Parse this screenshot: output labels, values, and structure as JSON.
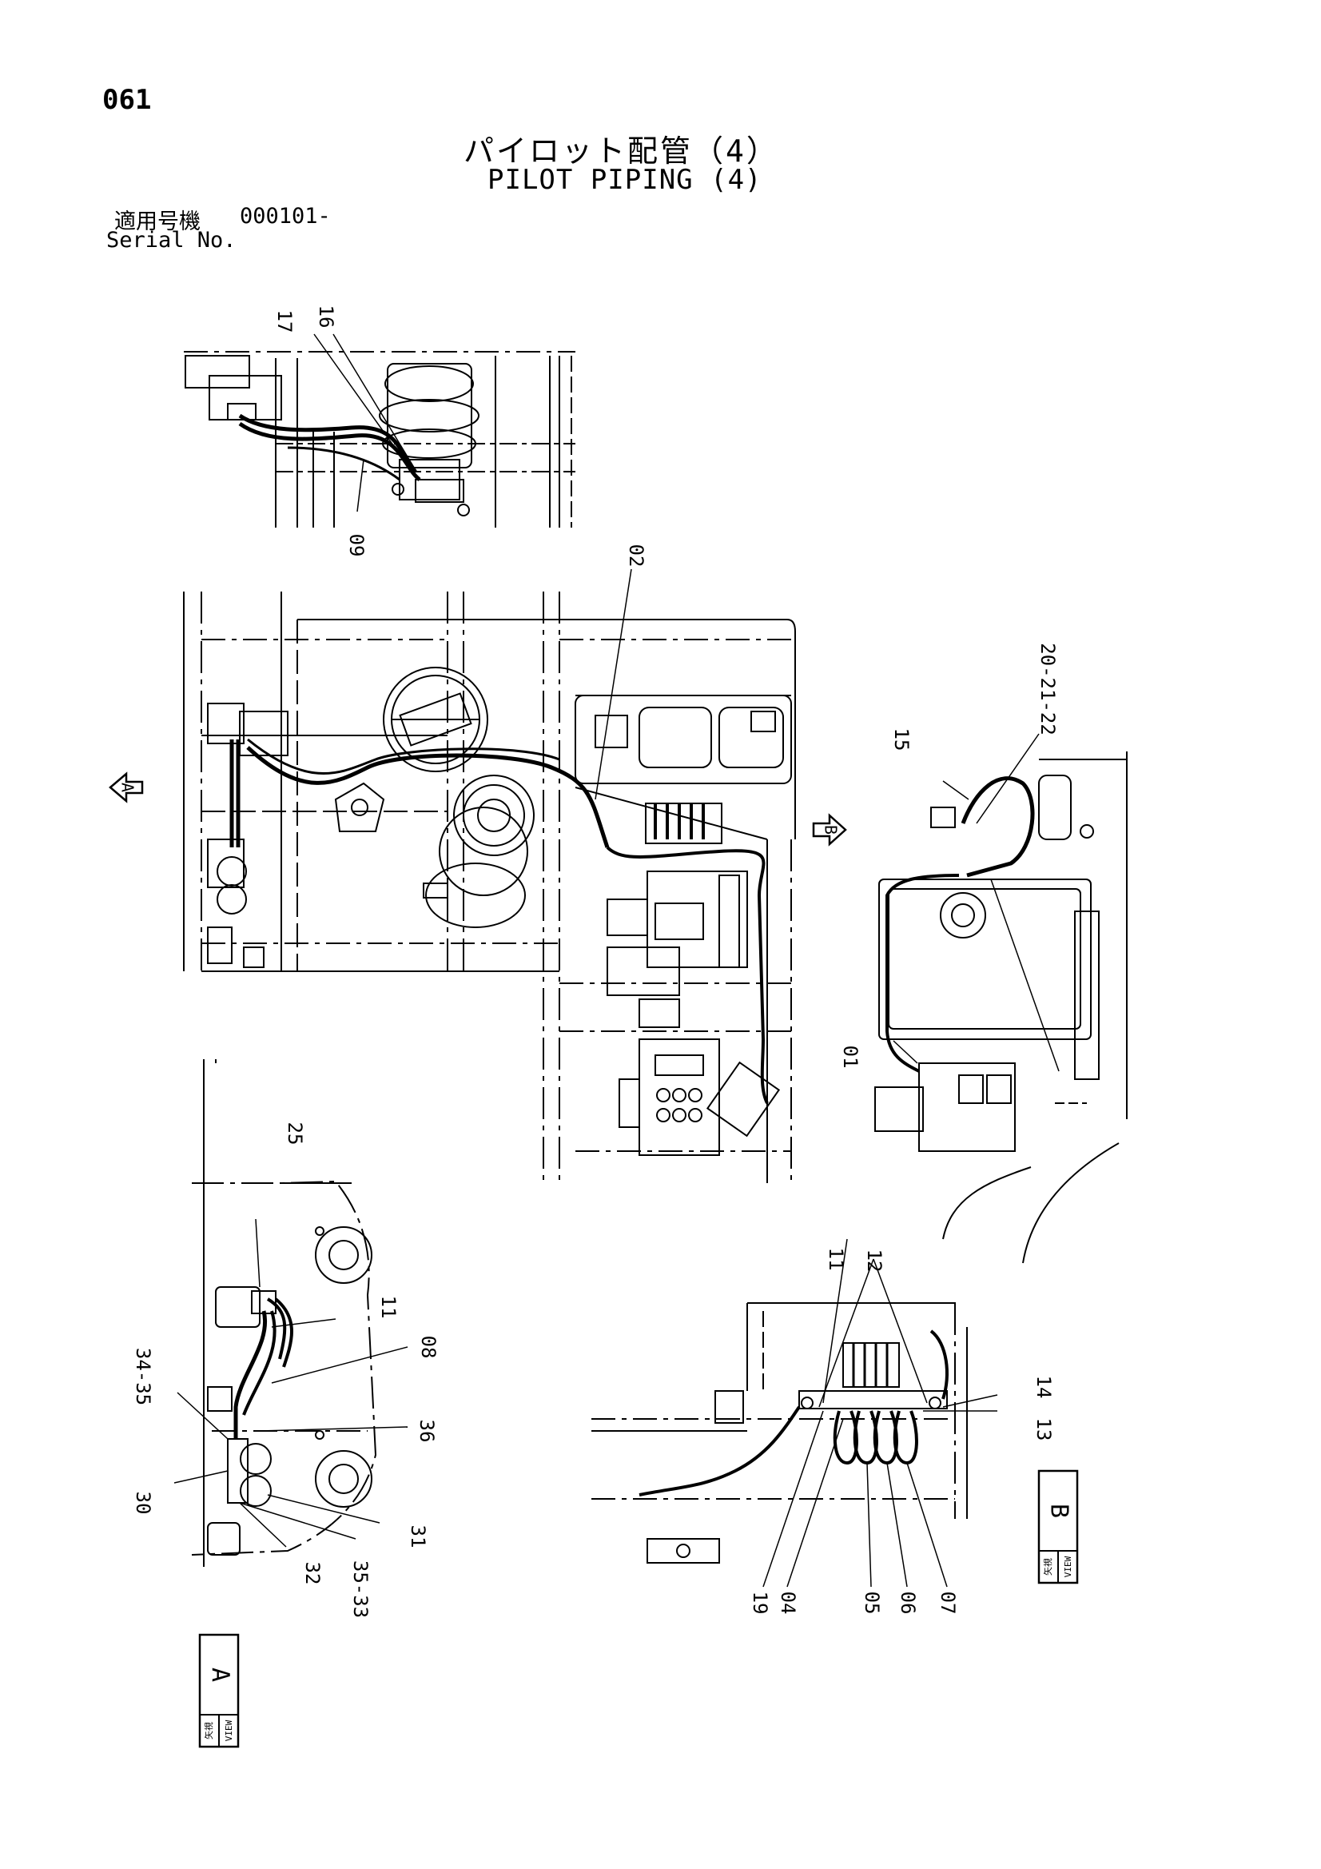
{
  "header": {
    "page_number": "061",
    "title_jp": "パイロット配管（4）",
    "title_en": "PILOT PIPING (4)",
    "serial_label_jp": "適用号機",
    "serial_value": "000101-",
    "serial_label_en": "Serial No."
  },
  "callouts": {
    "c17": "17",
    "c16": "16",
    "c09": "09",
    "c02": "02",
    "c15": "15",
    "c202122": "20-21-22",
    "c01": "01",
    "c25": "25",
    "c11a": "11",
    "c08": "08",
    "c3435": "34-35",
    "c36": "36",
    "c30": "30",
    "c31": "31",
    "c32": "32",
    "c3533": "35-33",
    "c11b": "11",
    "c12": "12",
    "c14": "14",
    "c13": "13",
    "c19": "19",
    "c04": "04",
    "c05": "05",
    "c06": "06",
    "c07": "07"
  },
  "view_markers": {
    "arrow_a": "A",
    "arrow_b": "B",
    "view_a": {
      "jp": "矢視",
      "en": "VIEW",
      "letter": "A"
    },
    "view_b": {
      "jp": "矢視",
      "en": "VIEW",
      "letter": "B"
    }
  }
}
